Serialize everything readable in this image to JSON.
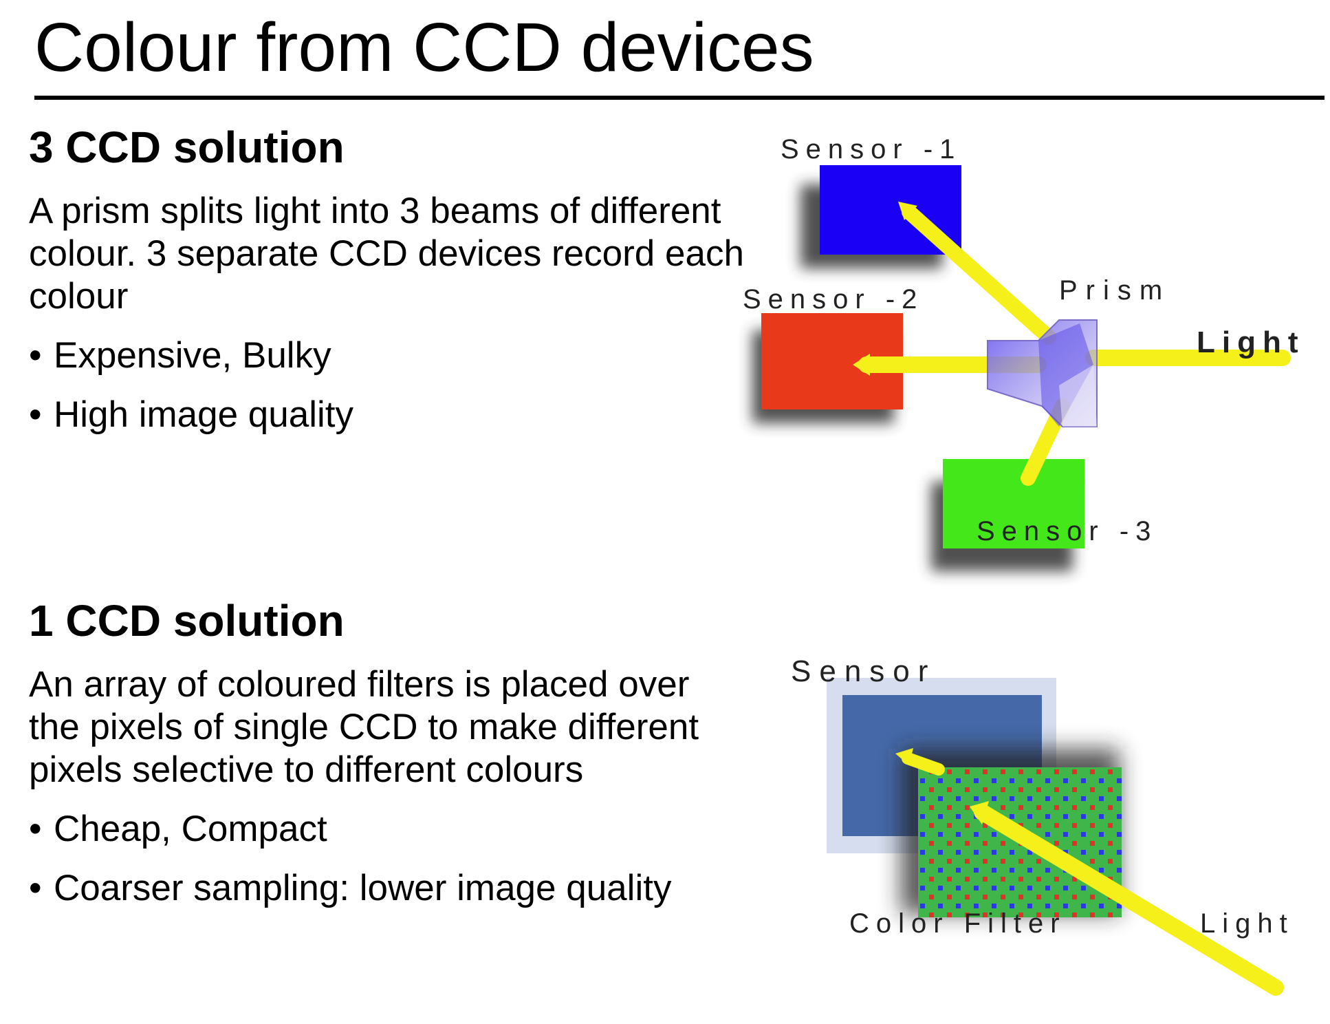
{
  "slide": {
    "title": "Colour from CCD devices"
  },
  "three_ccd": {
    "heading": "3 CCD solution",
    "description": "A prism splits light into 3 beams of different colour. 3 separate CCD devices record each colour",
    "bullets": [
      "Expensive, Bulky",
      "High image quality"
    ],
    "diagram": {
      "sensor1_label": "Sensor -1",
      "sensor2_label": "Sensor -2",
      "sensor3_label": "Sensor -3",
      "prism_label": "Prism",
      "light_label": "Light",
      "colors": {
        "sensor1": "#1a00f5",
        "sensor2": "#e8391a",
        "sensor3": "#44e81a",
        "beam": "#f5ef1a",
        "prism": "#7a6ef0"
      }
    }
  },
  "one_ccd": {
    "heading": "1 CCD solution",
    "description": "An array of coloured filters is placed over the pixels of single CCD to make different pixels selective to different colours",
    "bullets": [
      "Cheap, Compact",
      "Coarser sampling: lower image quality"
    ],
    "diagram": {
      "sensor_label": "Sensor",
      "filter_label": "Color Filter",
      "light_label": "Light",
      "colors": {
        "sensor": "#4569a8",
        "sensor_frame": "#d5ddee",
        "filter_base": "#3fb54a",
        "filter_red": "#e0322a",
        "filter_blue": "#2a3ae0",
        "beam": "#f5ef1a"
      }
    }
  }
}
